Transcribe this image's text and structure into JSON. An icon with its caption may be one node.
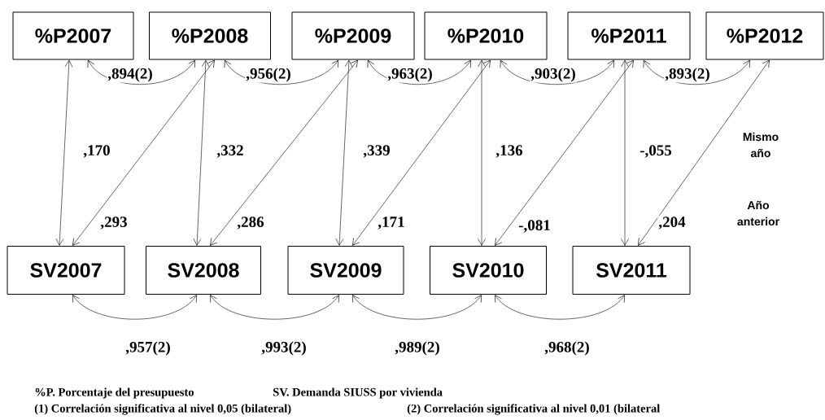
{
  "diagram": {
    "nodes": [
      {
        "text": [
          "%P2007"
        ]
      },
      {
        "text": [
          "%P2008"
        ]
      },
      {
        "text": [
          "%P2009"
        ]
      },
      {
        "text": [
          "%P2010"
        ]
      },
      {
        "text": [
          "%P2011"
        ]
      },
      {
        "text": [
          "%P2012"
        ]
      },
      {
        "text": [
          "SV2007"
        ]
      },
      {
        "text": [
          "SV2008"
        ]
      },
      {
        "text": [
          "SV2009"
        ]
      },
      {
        "text": [
          "SV2010"
        ]
      },
      {
        "text": [
          "SV2011"
        ]
      }
    ],
    "edges": [
      {
        "from": 0,
        "to": 1,
        "arrow": "both",
        "label": ",894(2)"
      },
      {
        "from": 1,
        "to": 2,
        "arrow": "both",
        "label": ",956(2)"
      },
      {
        "from": 2,
        "to": 3,
        "arrow": "both",
        "label": ",963(2)"
      },
      {
        "from": 3,
        "to": 4,
        "arrow": "both",
        "label": ",903(2)"
      },
      {
        "from": 4,
        "to": 5,
        "arrow": "both",
        "label": ",893(2)"
      },
      {
        "from": 0,
        "to": 6,
        "arrow": "both",
        "label": ",170"
      },
      {
        "from": 1,
        "to": 7,
        "arrow": "both",
        "label": ",332"
      },
      {
        "from": 2,
        "to": 8,
        "arrow": "both",
        "label": ",339"
      },
      {
        "from": 3,
        "to": 9,
        "arrow": "both",
        "label": ",136"
      },
      {
        "from": 4,
        "to": 10,
        "arrow": "both",
        "label": "-,055"
      },
      {
        "from": 1,
        "to": 6,
        "arrow": "both",
        "label": ",293"
      },
      {
        "from": 2,
        "to": 7,
        "arrow": "both",
        "label": ",286"
      },
      {
        "from": 3,
        "to": 8,
        "arrow": "both",
        "label": ",171"
      },
      {
        "from": 4,
        "to": 9,
        "arrow": "both",
        "label": "-,081"
      },
      {
        "from": 5,
        "to": 10,
        "arrow": "both",
        "label": ",204"
      },
      {
        "from": 6,
        "to": 7,
        "arrow": "both",
        "label": ",957(2)"
      },
      {
        "from": 7,
        "to": 8,
        "arrow": "both",
        "label": ",993(2)"
      },
      {
        "from": 8,
        "to": 9,
        "arrow": "both",
        "label": ",989(2)"
      },
      {
        "from": 9,
        "to": 10,
        "arrow": "both",
        "label": ",968(2)"
      }
    ],
    "labels": [
      "Mismo año",
      "Año anterior",
      "%P. Porcentaje del presupuesto",
      "SV. Demanda SIUSS por vivienda",
      "(1) Correlación significativa al nivel 0,05 (bilateral)",
      "(2) Correlación significativa al nivel 0,01 (bilateral"
    ]
  }
}
